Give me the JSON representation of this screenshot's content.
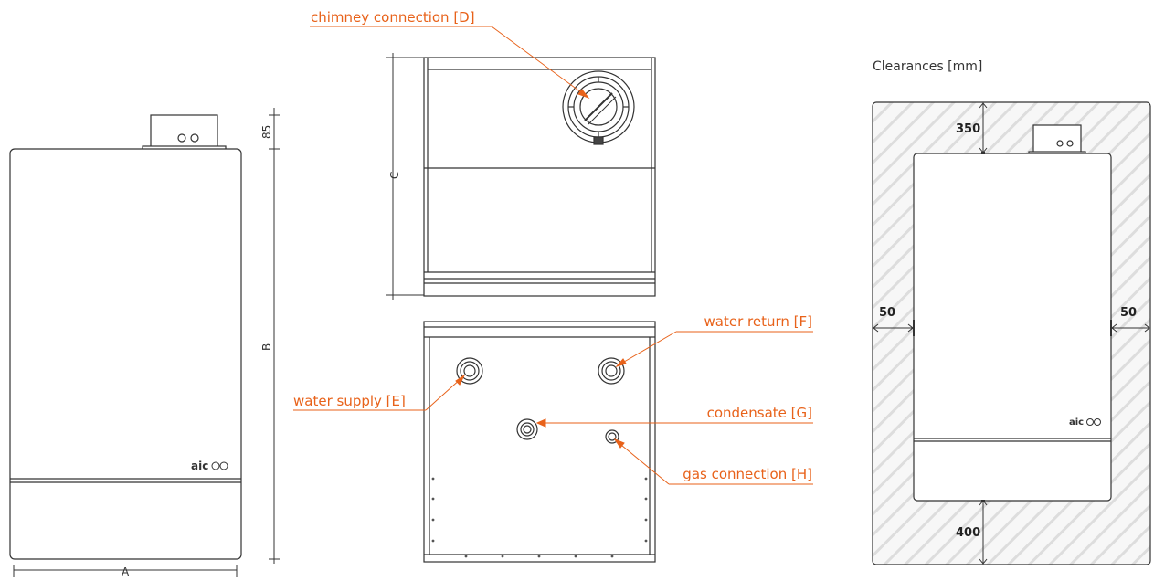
{
  "colors": {
    "accent": "#e8621a",
    "line": "#333333",
    "hatch": "#e6e6e6"
  },
  "front_view": {
    "logo_text": "aic",
    "dimension_labels": {
      "width": "A",
      "height": "B",
      "flue_height": "85"
    }
  },
  "top_view": {
    "dimension_label": "C"
  },
  "callouts": {
    "chimney": "chimney connection [D]",
    "water_supply": "water supply [E]",
    "water_return": "water return [F]",
    "condensate": "condensate [G]",
    "gas": "gas connection [H]"
  },
  "clearances": {
    "title": "Clearances [mm]",
    "top": "350",
    "left": "50",
    "right": "50",
    "bottom": "400",
    "logo_text": "aic"
  }
}
